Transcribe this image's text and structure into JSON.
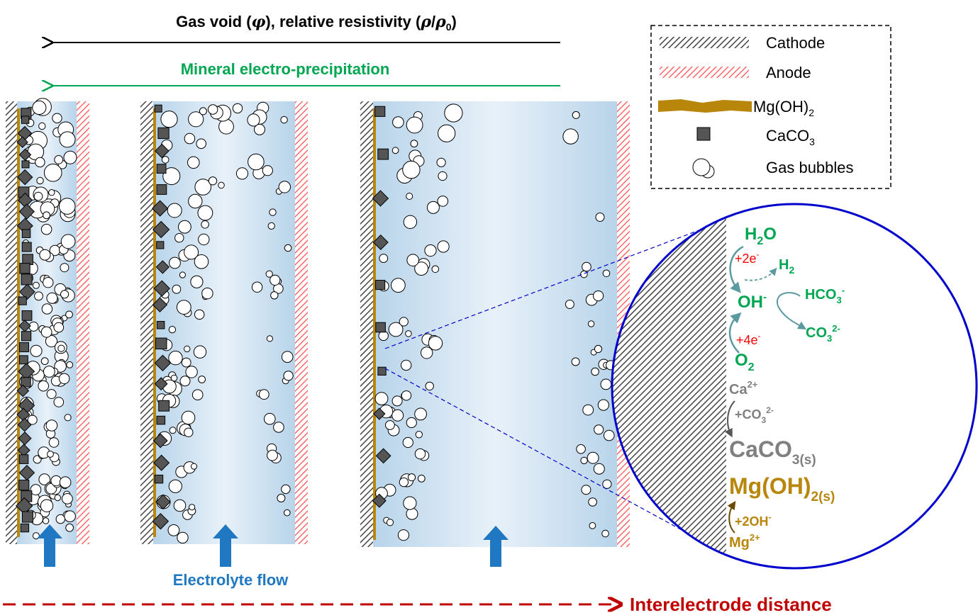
{
  "header": {
    "gas_void_text": "Gas void (",
    "phi": "φ",
    "rel_res_text": "), relative resistivity (",
    "rho": "ρ",
    "slash": "/",
    "rho0": "ρ",
    "sub0": "0",
    "close": ")",
    "mineral": "Mineral electro-precipitation"
  },
  "legend": {
    "cathode": "Cathode",
    "anode": "Anode",
    "mgoh2": "Mg(OH)",
    "mgoh2_sub": "2",
    "caco3": "CaCO",
    "caco3_sub": "3",
    "bubbles": "Gas bubbles"
  },
  "footer": {
    "flow": "Electrolyte flow",
    "distance": "Interelectrode distance"
  },
  "zoom": {
    "h2o": "H",
    "h2o_sub": "2",
    "h2o_tail": "O",
    "plus2e": "+2e",
    "plus2e_sup": "-",
    "h2": "H",
    "h2_sub": "2",
    "oh": "OH",
    "oh_sup": "-",
    "hco3": "HCO",
    "hco3_sub": "3",
    "hco3_sup": "-",
    "co3": "CO",
    "co3_sub": "3",
    "co3_sup": "2-",
    "plus4e": "+4e",
    "plus4e_sup": "-",
    "o2": "O",
    "o2_sub": "2",
    "ca": "Ca",
    "ca_sup": "2+",
    "plusco3": "+CO",
    "plusco3_sub": "3",
    "plusco3_sup": "2-",
    "caco3s": "CaCO",
    "caco3s_sub": "3(s)",
    "mgoh2s": "Mg(OH)",
    "mgoh2s_sub": "2(s)",
    "plus2oh": "+2OH",
    "plus2oh_sup": "-",
    "mg": "Mg",
    "mg_sup": "2+"
  },
  "colors": {
    "green": "#00a651",
    "red_arrow": "#c00000",
    "flow_blue": "#1f78c1",
    "mg_gold": "#b8860b",
    "gray": "#808080",
    "circle_blue": "#0000cc",
    "teal_arrow": "#5b9aa0",
    "electron_red": "#ff0000"
  }
}
